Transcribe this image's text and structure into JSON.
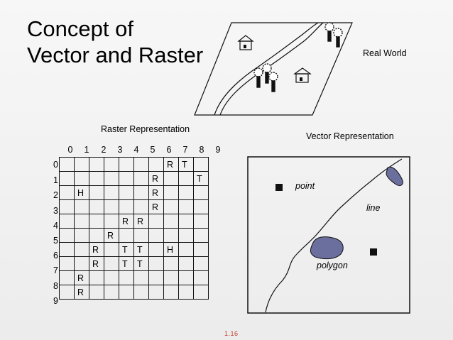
{
  "title": {
    "line1": "Concept of",
    "line2": "Vector and Raster"
  },
  "labels": {
    "real_world": "Real World",
    "raster": "Raster Representation",
    "vector": "Vector Representation"
  },
  "raster": {
    "col_indices": [
      "0",
      "1",
      "2",
      "3",
      "4",
      "5",
      "6",
      "7",
      "8",
      "9"
    ],
    "row_indices": [
      "0",
      "1",
      "2",
      "3",
      "4",
      "5",
      "6",
      "7",
      "8",
      "9"
    ],
    "grid": [
      [
        "",
        "",
        "",
        "",
        "",
        "",
        "",
        "R",
        "T",
        ""
      ],
      [
        "",
        "",
        "",
        "",
        "",
        "",
        "R",
        "",
        "",
        "T"
      ],
      [
        "",
        "H",
        "",
        "",
        "",
        "",
        "R",
        "",
        "",
        ""
      ],
      [
        "",
        "",
        "",
        "",
        "",
        "",
        "R",
        "",
        "",
        ""
      ],
      [
        "",
        "",
        "",
        "",
        "R",
        "R",
        "",
        "",
        "",
        ""
      ],
      [
        "",
        "",
        "",
        "R",
        "",
        "",
        "",
        "",
        "",
        ""
      ],
      [
        "",
        "",
        "R",
        "",
        "T",
        "T",
        "",
        "H",
        "",
        ""
      ],
      [
        "",
        "",
        "R",
        "",
        "T",
        "T",
        "",
        "",
        "",
        ""
      ],
      [
        "",
        "R",
        "",
        "",
        "",
        "",
        "",
        "",
        "",
        ""
      ],
      [
        "",
        "R",
        "",
        "",
        "",
        "",
        "",
        "",
        "",
        ""
      ]
    ]
  },
  "vector": {
    "point_label": "point",
    "line_label": "line",
    "polygon_label": "polygon",
    "polygon_fill": "#6a6f9e"
  },
  "page_number": "1.16"
}
